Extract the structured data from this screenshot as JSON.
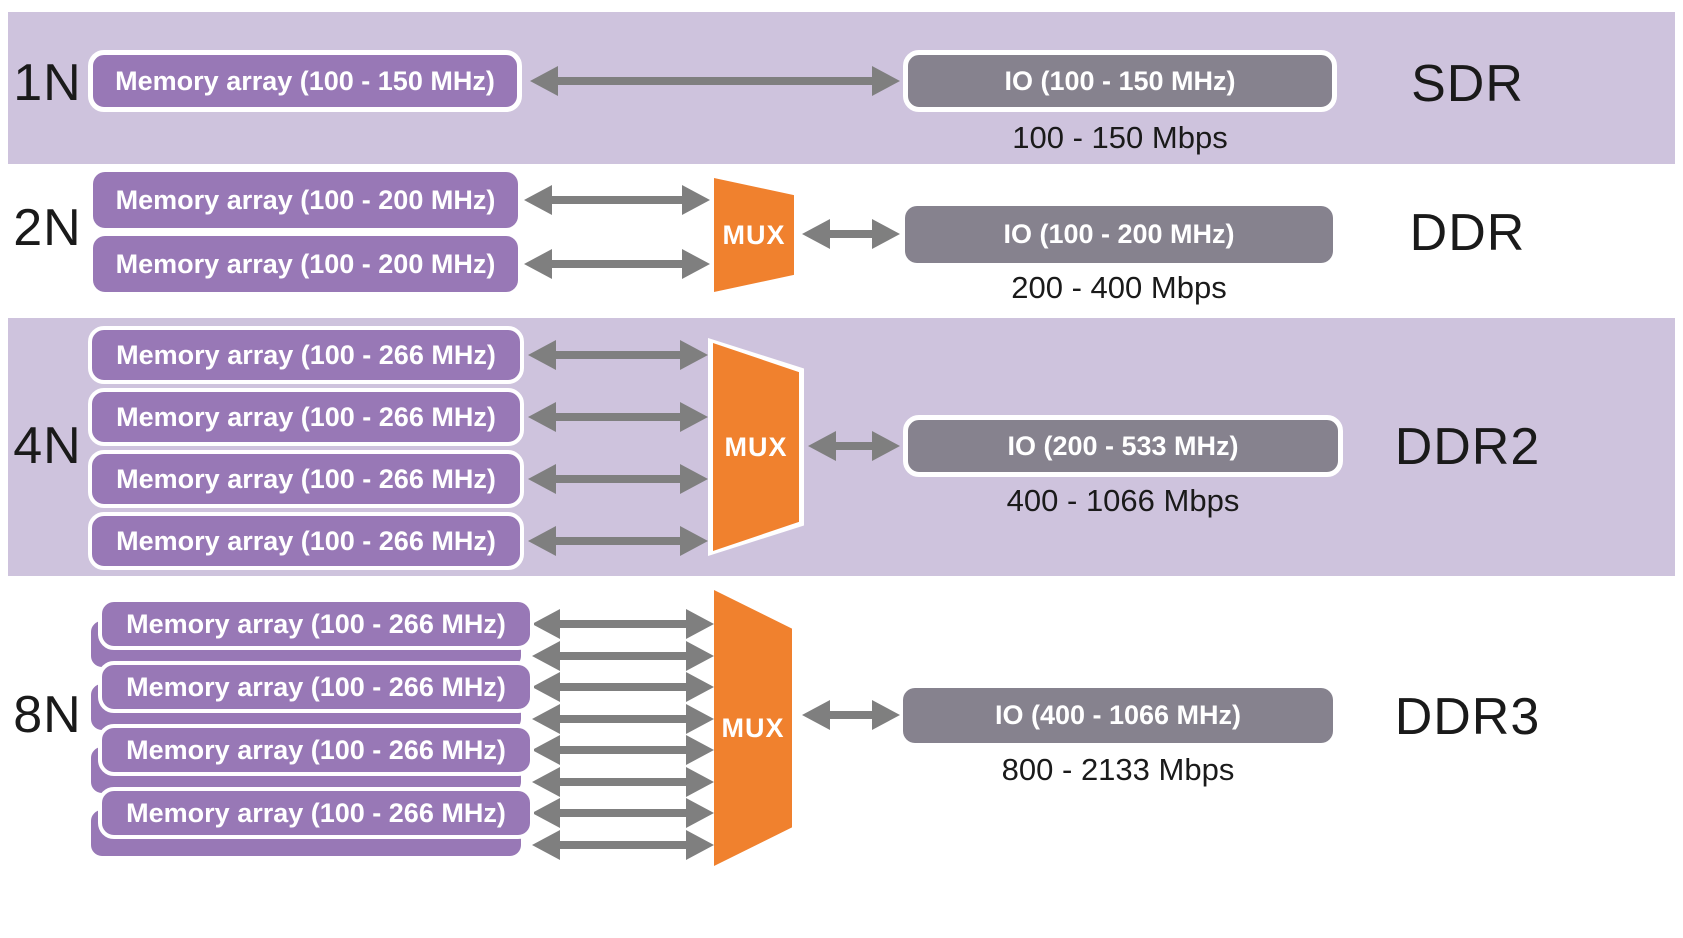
{
  "diagram": {
    "mux_label": "MUX",
    "rows": [
      {
        "prefetch": "1N",
        "standard": "SDR",
        "arrays": [
          "Memory array (100 - 150 MHz)"
        ],
        "io": "IO (100 - 150 MHz)",
        "data_rate": "100 - 150 Mbps"
      },
      {
        "prefetch": "2N",
        "standard": "DDR",
        "arrays": [
          "Memory array (100 - 200 MHz)",
          "Memory array (100 - 200 MHz)"
        ],
        "io": "IO (100 - 200 MHz)",
        "data_rate": "200 - 400 Mbps"
      },
      {
        "prefetch": "4N",
        "standard": "DDR2",
        "arrays": [
          "Memory array (100 - 266 MHz)",
          "Memory array (100 - 266 MHz)",
          "Memory array (100 - 266 MHz)",
          "Memory array (100 - 266 MHz)"
        ],
        "io": "IO (200 - 533 MHz)",
        "data_rate": "400 - 1066 Mbps"
      },
      {
        "prefetch": "8N",
        "standard": "DDR3",
        "arrays": [
          "Memory array (100 - 266 MHz)",
          "Memory array (100 - 266 MHz)",
          "Memory array (100 - 266 MHz)",
          "Memory array (100 - 266 MHz)"
        ],
        "io": "IO (400 - 1066 MHz)",
        "data_rate": "800 - 2133 Mbps"
      }
    ],
    "colors": {
      "band_background": "#cec3dd",
      "memory_array_fill": "#9878b6",
      "io_fill": "#86828e",
      "mux_fill": "#f0812e",
      "arrow": "#7f7f7f",
      "label_text": "#1a1a1a",
      "box_text": "#ffffff"
    }
  }
}
